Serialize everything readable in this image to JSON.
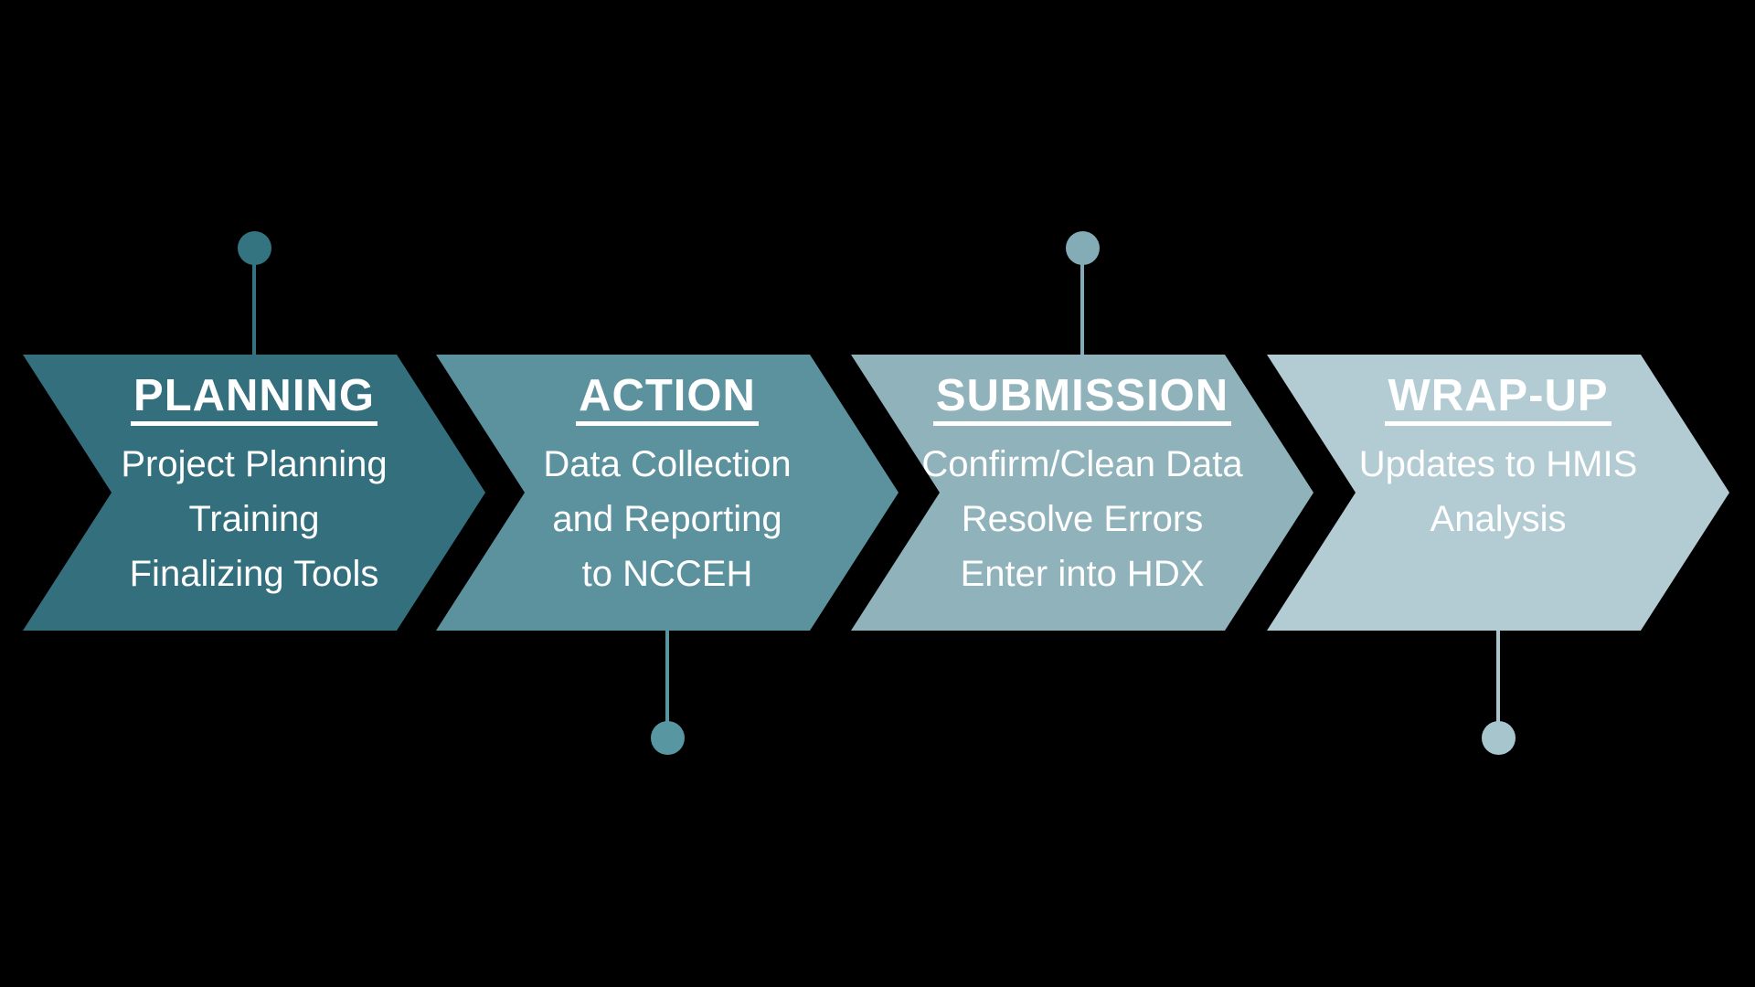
{
  "diagram": {
    "background_color": "#000000",
    "text_color": "#FFFFFF",
    "steps": [
      {
        "id": "planning",
        "title": "PLANNING",
        "details": [
          "Project Planning",
          "Training",
          "Finalizing Tools"
        ],
        "fill_color": "#336F7D",
        "connector_side": "top",
        "connector_color": "#347481"
      },
      {
        "id": "action",
        "title": "ACTION",
        "details": [
          "Data Collection",
          "and Reporting",
          "to NCCEH"
        ],
        "fill_color": "#5C929E",
        "connector_side": "bottom",
        "connector_color": "#5896A2"
      },
      {
        "id": "submission",
        "title": "SUBMISSION",
        "details": [
          "Confirm/Clean Data",
          "Resolve Errors",
          "Enter into HDX"
        ],
        "fill_color": "#8FB2BB",
        "connector_side": "top",
        "connector_color": "#84ACB6"
      },
      {
        "id": "wrap-up",
        "title": "WRAP-UP",
        "details": [
          "Updates to HMIS",
          "Analysis"
        ],
        "fill_color": "#B3CBD2",
        "connector_side": "bottom",
        "connector_color": "#A7C5CC"
      }
    ]
  }
}
